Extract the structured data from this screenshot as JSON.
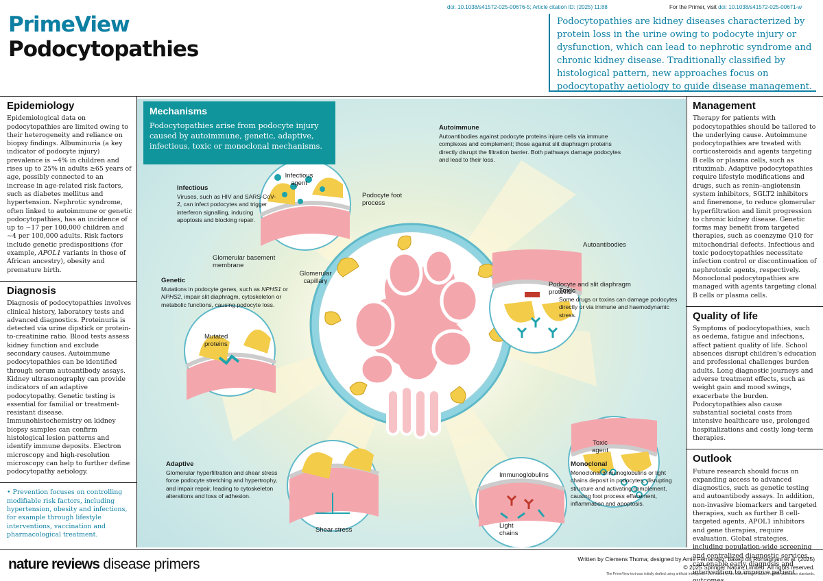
{
  "header": {
    "doi_article": "doi: 10.1038/s41572-025-00676-5; Article citation ID:",
    "citation": "(2025) 11:88",
    "primer_prefix": "For the Primer, visit ",
    "primer_doi": "doi: 10.1038/s41572-025-00671-w",
    "series": "PrimeView",
    "title": "Podocytopathies",
    "intro": "Podocytopathies are kidney diseases characterized by protein loss in the urine owing to podocyte injury or dysfunction, which can lead to nephrotic syndrome and chronic kidney disease. Traditionally classified by histological pattern, new approaches focus on podocytopathy aetiology to guide disease management."
  },
  "left": {
    "epi_heading": "Epidemiology",
    "epi_text": "Epidemiological data on podocytopathies are limited owing to their heterogeneity and reliance on biopsy findings. Albuminuria (a key indicator of podocyte injury) prevalence is ~4% in children and rises up to 25% in adults ≥65 years of age, possibly connected to an increase in age-related risk factors, such as diabetes mellitus and hypertension. Nephrotic syndrome, often linked to autoimmune or genetic podocytopathies, has an incidence of up to ~17 per 100,000 children and ~4 per 100,000 adults. Risk factors include genetic predispositions (for example,",
    "epi_italic": "APOL1",
    "epi_text_end": " variants in those of African ancestry), obesity and premature birth.",
    "diag_heading": "Diagnosis",
    "diag_text": "Diagnosis of podocytopathies involves clinical history, laboratory tests and advanced diagnostics. Proteinuria is detected via urine dipstick or protein-to-creatinine ratio. Blood tests assess kidney function and exclude secondary causes. Autoimmune podocytopathies can be identified through serum autoantibody assays. Kidney ultrasonography can provide indicators of an adaptive podocytopathy. Genetic testing is essential for familial or treatment-resistant disease. Immunohistochemistry on kidney biopsy samples can confirm histological lesion patterns and identify immune deposits. Electron microscopy and high-resolution microscopy can help to further define podocytopathy aetiology.",
    "prevention": "• Prevention focuses on controlling modifiable risk factors, including hypertension, obesity and infections, for example through lifestyle interventions, vaccination and pharmacological treatment."
  },
  "right": {
    "mgmt_heading": "Management",
    "mgmt_text": "Therapy for patients with podocytopathies should be tailored to the underlying cause. Autoimmune podocytopathies are treated with corticosteroids and agents targeting B cells or plasma cells, such as rituximab. Adaptive podocytopathies require lifestyle modifications and drugs, such as renin–angiotensin system inhibitors, SGLT2 inhibitors and finerenone, to reduce glomerular hyperfiltration and limit progression to chronic kidney disease. Genetic forms may benefit from targeted therapies, such as coenzyme Q10 for mitochondrial defects. Infectious and toxic podocytopathies necessitate infection control or discontinuation of nephrotoxic agents, respectively. Monoclonal podocytopathies are managed with agents targeting clonal B cells or plasma cells.",
    "qol_heading": "Quality of life",
    "qol_text": "Symptoms of podocytopathies, such as oedema, fatigue and infections, affect patient quality of life. School absences disrupt children's education and professional challenges burden adults. Long diagnostic journeys and adverse treatment effects, such as weight gain and mood swings, exacerbate the burden. Podocytopathies also cause substantial societal costs from intensive healthcare use, prolonged hospitalizations and costly long-term therapies.",
    "outlook_heading": "Outlook",
    "outlook_text": "Future research should focus on expanding access to advanced diagnostics, such as genetic testing and autoantibody assays. In addition, non-invasive biomarkers and targeted therapies, such as further B cell-targeted agents, APOL1 inhibitors and gene therapies, require evaluation. Global strategies, including population-wide screening and centralized diagnostic services, can enable early diagnosis and intervention to improve patient outcomes."
  },
  "mechanisms": {
    "heading": "Mechanisms",
    "intro": "Podocytopathies arise from podocyte injury caused by autoimmune, genetic, adaptive, infectious, toxic or monoclonal mechanisms.",
    "infectious_heading": "Infectious",
    "infectious_text": "Viruses, such as HIV and SARS-CoV-2, can infect podocytes and trigger interferon signalling, inducing apoptosis and blocking repair.",
    "genetic_heading": "Genetic",
    "genetic_text_a": "Mutations in podocyte genes, such as ",
    "genetic_nphs1": "NPHS1",
    "genetic_or": " or ",
    "genetic_nphs2": "NPHS2",
    "genetic_text_b": ", impair slit diaphragm, cytoskeleton or metabolic functions, causing podocyte loss.",
    "adaptive_heading": "Adaptive",
    "adaptive_text": "Glomerular hyperfiltration and shear stress force podocyte stretching and hypertrophy, and impair repair, leading to cytoskeleton alterations and loss of adhesion.",
    "autoimmune_heading": "Autoimmune",
    "autoimmune_text": "Autoantibodies against podocyte proteins injure cells via immune complexes and complement; those against slit diaphragm proteins directly disrupt the filtration barrier. Both pathways damage podocytes and lead to their loss.",
    "toxic_heading": "Toxic",
    "toxic_text": "Some drugs or toxins can damage podocytes directly or via immune and haemodynamic stress.",
    "monoclonal_heading": "Monoclonal",
    "monoclonal_text": "Monoclonal immunoglobulins or light chains deposit in podocytes, disrupting structure and activating complement, causing foot process effacement, inflammation and apoptosis.",
    "labels": {
      "infectious_agent": "Infectious agent",
      "foot_process": "Podocyte foot process",
      "gbm": "Glomerular basement membrane",
      "capillary": "Glomerular capillary",
      "mutated": "Mutated proteins",
      "shear": "Shear stress",
      "slit": "Podocyte and slit diaphragm proteins",
      "autoantibodies": "Autoantibodies",
      "toxic_agent": "Toxic agent",
      "immunoglobulins": "Immunoglobulins",
      "light_chains": "Light chains"
    }
  },
  "footer": {
    "brand_bold": "nature reviews",
    "brand_rest": " disease primers",
    "credit1": "Written by Clemens Thoma; designed by Amie Fernandez; based on Romagnani et al. (2025)",
    "credit2": "© 2025 Springer Nature Limited. All rights reserved.",
    "credit3": "The PrimeView text was initially drafted using artificial intelligence, then edited by an editor to meet Nature Portfolio publication standards."
  },
  "colors": {
    "accent": "#0c7fa3",
    "teal_box": "#11959c",
    "podocyte": "#f5d36b",
    "capillary": "#f3a7ad",
    "membrane": "#d8d8d8"
  }
}
